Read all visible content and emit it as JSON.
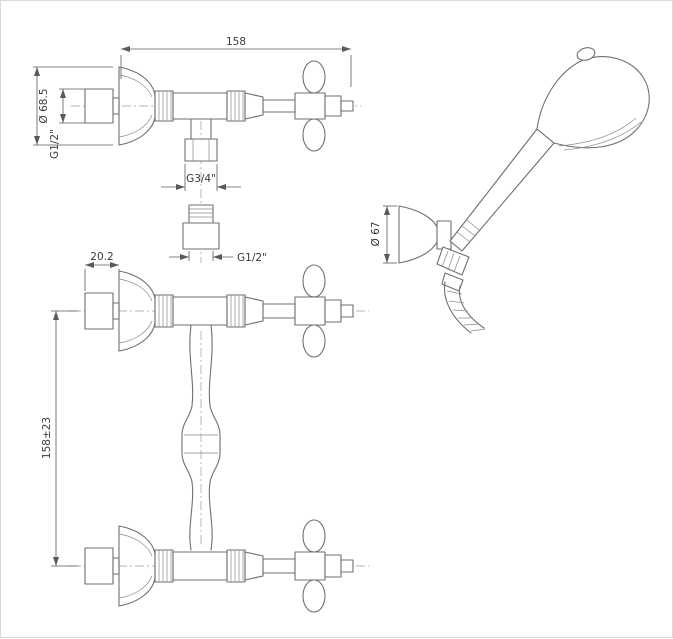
{
  "drawing": {
    "top_view": {
      "overall_width": "158",
      "escutcheon_diameter": "Ø 68.5",
      "inlet_thread": "G1/2\"",
      "outlet_thread": "G3/4\"",
      "adapter_thread": "G1/2\""
    },
    "front_view": {
      "wall_offset": "20.2",
      "inlet_spacing": "158±23"
    },
    "hand_shower": {
      "holder_diameter": "Ø 67"
    },
    "colors": {
      "object_line": "#6f6f6f",
      "dimension_line": "#5a5a5a",
      "background": "#ffffff"
    }
  }
}
